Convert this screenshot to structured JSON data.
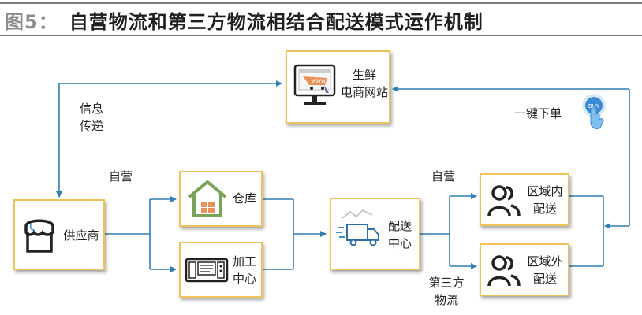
{
  "header": {
    "figure_label": "图5：",
    "title": "自营物流和第三方物流相结合配送模式运作机制"
  },
  "nodes": {
    "ecommerce": {
      "line1": "生鲜",
      "line2": "电商网站"
    },
    "supplier": {
      "label": "供应商"
    },
    "warehouse": {
      "label": "仓库"
    },
    "processing": {
      "line1": "加工",
      "line2": "中心"
    },
    "distribution": {
      "line1": "配送",
      "line2": "中心"
    },
    "region_inner": {
      "line1": "区域内",
      "line2": "配送"
    },
    "region_outer": {
      "line1": "区域外",
      "line2": "配送"
    }
  },
  "edge_labels": {
    "info_transfer_1": "信息",
    "info_transfer_2": "传递",
    "self_operated_left": "自营",
    "self_operated_right": "自营",
    "third_party_1": "第三方",
    "third_party_2": "物流",
    "one_click_order": "一键下单",
    "buy_button_text": "BUY"
  },
  "colors": {
    "arrow": "#2f7fb5",
    "node_border": "#f0c35a",
    "icon_dark": "#222222",
    "icon_green": "#7aa35a",
    "icon_orange": "#e8925a"
  }
}
